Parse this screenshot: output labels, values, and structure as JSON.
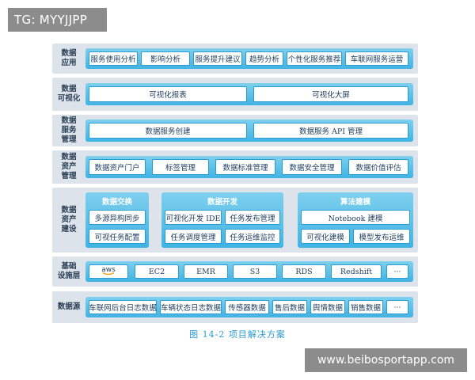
{
  "watermark_top_left": "TG: MYYJJPP",
  "watermark_bottom_right": "www.beibosportapp.com",
  "caption": "图 14-2   项目解决方案",
  "rows": {
    "app": {
      "label": "数据\n应用",
      "items": [
        "服务使用分析",
        "影响分析",
        "服务提升建议",
        "趋势分析",
        "个性化服务推荐",
        "车联网服务运营"
      ]
    },
    "viz": {
      "label": "数据\n可视化",
      "items": [
        "可视化报表",
        "可视化大屏"
      ]
    },
    "svc": {
      "label": "数据\n服务\n管理",
      "items": [
        "数据服务创建",
        "数据服务 API 管理"
      ]
    },
    "asset": {
      "label": "数据\n资产\n管理",
      "items": [
        "数据资产门户",
        "标签管理",
        "数据标准管理",
        "数据安全管理",
        "数据价值评估"
      ]
    },
    "build": {
      "label": "数据\n资产\n建设",
      "groups": [
        {
          "title": "数据交换",
          "items": [
            "多源异构同步",
            "可视任务配置"
          ]
        },
        {
          "title": "数据开发",
          "items": [
            "可视化开发 IDE",
            "任务发布管理",
            "任务调度管理",
            "任务运维监控"
          ]
        },
        {
          "title": "算法建模",
          "items": [
            "Notebook 建模",
            "可视化建模",
            "模型发布运维"
          ]
        }
      ]
    },
    "infra": {
      "label": "基础\n设施层",
      "items": [
        "aws",
        "EC2",
        "EMR",
        "S3",
        "RDS",
        "Redshift",
        "···"
      ]
    },
    "src": {
      "label": "数据源",
      "items": [
        "车联网后台日志数据",
        "车辆状态日志数据",
        "传感器数据",
        "售后数据",
        "舆情数据",
        "销售数据",
        "···"
      ]
    }
  }
}
